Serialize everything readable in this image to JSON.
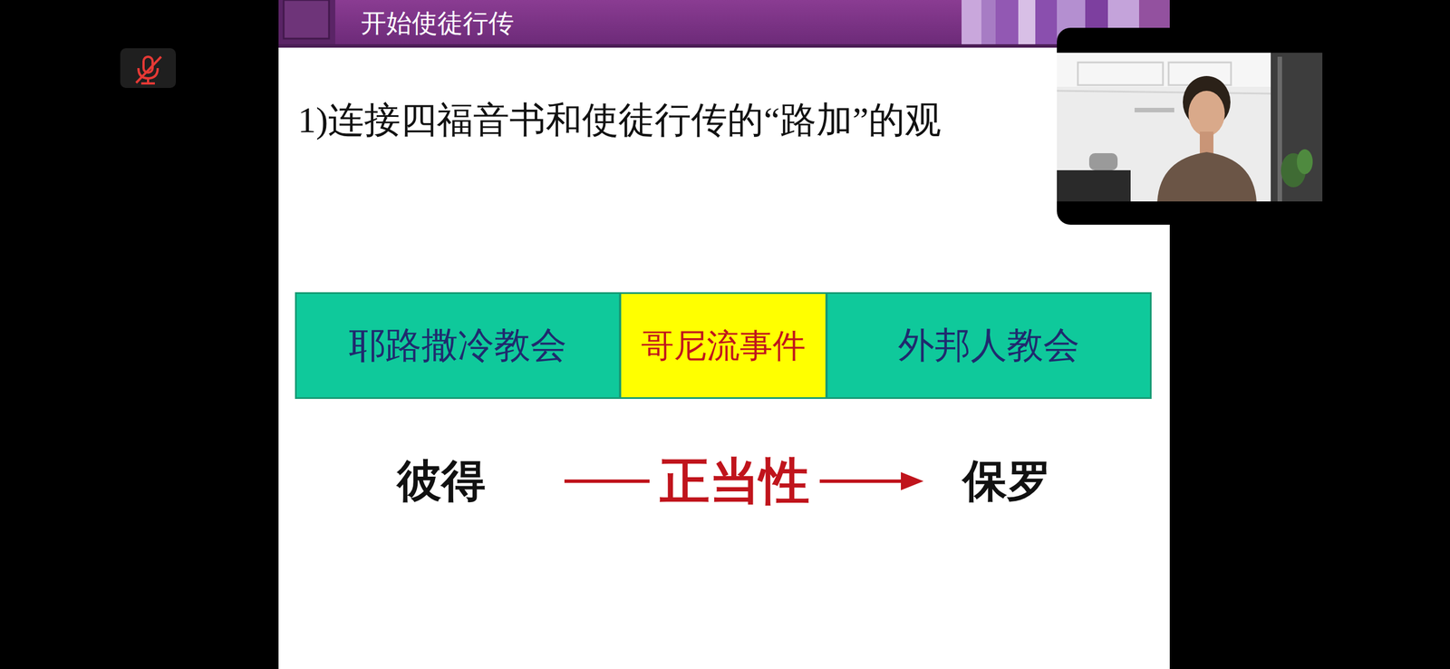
{
  "diagram": {
    "title": "开始使徒行传",
    "nodes": [
      {
        "text": [
          "耶路撒冷教会"
        ]
      },
      {
        "text": [
          "哥尼流事件"
        ]
      },
      {
        "text": [
          "外邦人教会"
        ]
      }
    ],
    "labels": [
      "1)连接四福音书和使徒行传的“路加”的观",
      "彼得",
      "正当性",
      "保罗"
    ]
  }
}
